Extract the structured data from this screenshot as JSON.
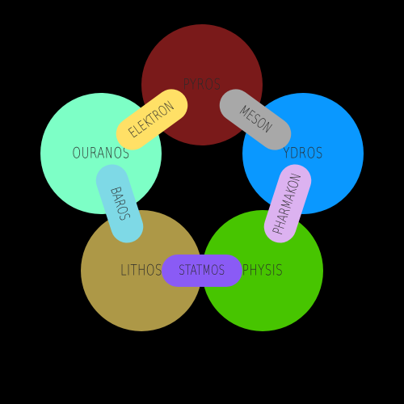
{
  "diagram": {
    "background": "#000000",
    "elements": [
      {
        "name": "pyros",
        "label": "PYROS",
        "color": "#7a1a1a"
      },
      {
        "name": "ydros",
        "label": "YDROS",
        "color": "#0a98ff"
      },
      {
        "name": "physis",
        "label": "PHYSIS",
        "color": "#47c500"
      },
      {
        "name": "lithos",
        "label": "LITHOS",
        "color": "#ad9847"
      },
      {
        "name": "ouranos",
        "label": "OURANOS",
        "color": "#7dffc6"
      }
    ],
    "connectors": [
      {
        "name": "meson",
        "label": "MESON",
        "color": "#a8a8a8",
        "joins": [
          "pyros",
          "ydros"
        ]
      },
      {
        "name": "pharmakon",
        "label": "PHARMAKON",
        "color": "#dcb2f0",
        "joins": [
          "ydros",
          "physis"
        ]
      },
      {
        "name": "statmos",
        "label": "STATMOS",
        "color": "#8a5bf5",
        "joins": [
          "physis",
          "lithos"
        ]
      },
      {
        "name": "baros",
        "label": "BAROS",
        "color": "#7ed9e6",
        "joins": [
          "lithos",
          "ouranos"
        ]
      },
      {
        "name": "elektron",
        "label": "ELEKTRON",
        "color": "#ffe066",
        "joins": [
          "ouranos",
          "pyros"
        ]
      }
    ]
  }
}
